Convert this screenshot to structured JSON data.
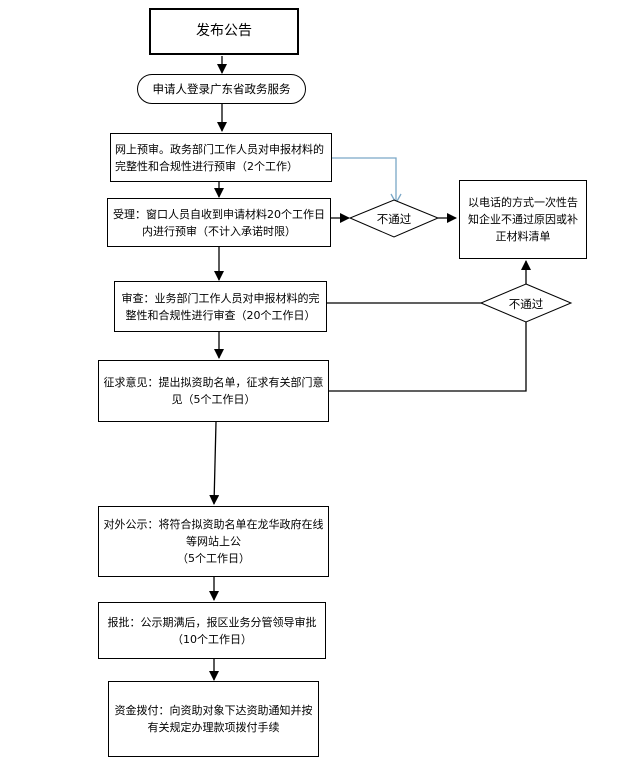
{
  "title": "发布公告",
  "steps": {
    "login": "申请人登录广东省政务服务",
    "prereview": "网上预审。政务部门工作人员对申报材料的完整性和合规性进行预审（2个工作）",
    "accept": "受理：窗口人员自收到申请材料20个工作日内进行预审（不计入承诺时限）",
    "review": "审查：业务部门工作人员对申报材料的完整性和合规性进行审查（20个工作日）",
    "opinion": "征求意见：提出拟资助名单，征求有关部门意见（5个工作日）",
    "publicity": "对外公示：将符合拟资助名单在龙华政府在线等网站上公\n（5个工作日）",
    "approval": "报批：公示期满后，报区业务分管领导审批（10个工作日）",
    "funding": "资金拨付：向资助对象下达资助通知并按有关规定办理款项拨付手续"
  },
  "reject_1": "不通过",
  "reject_2": "不通过",
  "notify": "以电话的方式一次性告知企业不通过原因或补正材料清单",
  "colors": {
    "line": "#000000",
    "blue_arrow": "#7aa7c7"
  }
}
